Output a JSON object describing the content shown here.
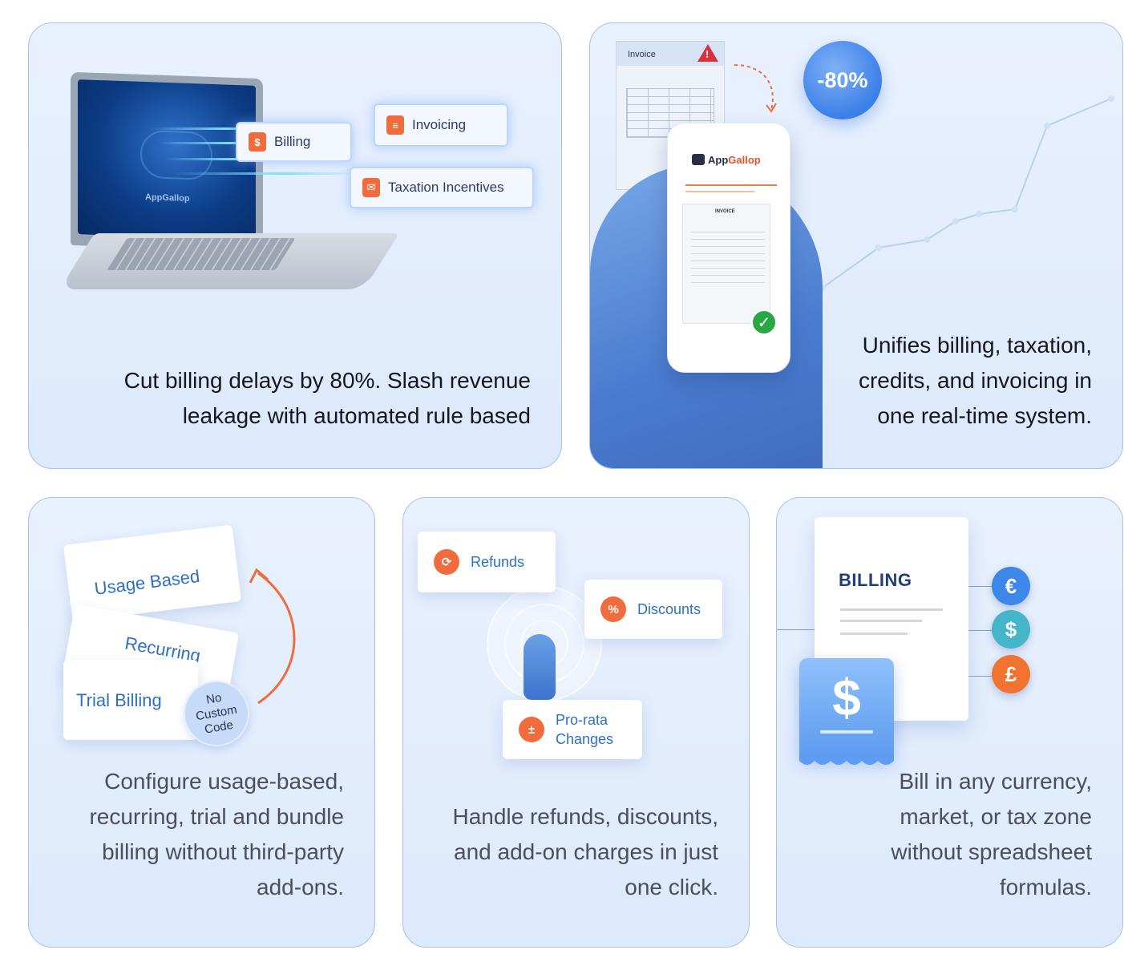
{
  "card_automation": {
    "chips": {
      "billing": "Billing",
      "invoicing": "Invoicing",
      "taxation": "Taxation Incentives"
    },
    "laptop_logo": "AppGallop",
    "caption_line1": "Cut billing delays by 80%. Slash revenue",
    "caption_line2": "leakage with automated rule based"
  },
  "card_unified": {
    "paper_title": "Invoice",
    "badge": "-80%",
    "phone_logo_app": "App",
    "phone_logo_gallop": "Gallop",
    "phone_doc_title": "INVOICE",
    "caption_line1": "Unifies billing, taxation,",
    "caption_line2": "credits, and invoicing in",
    "caption_line3": "one real-time system."
  },
  "card_models": {
    "tags": {
      "usage": "Usage Based",
      "recurring": "Recurring",
      "trial": "Trial Billing"
    },
    "nocode": [
      "No",
      "Custom",
      "Code"
    ],
    "caption_line1": "Configure usage-based,",
    "caption_line2": "recurring, trial and bundle",
    "caption_line3": "billing without third-party",
    "caption_line4": "add-ons."
  },
  "card_adjust": {
    "refunds": "Refunds",
    "discounts": "Discounts",
    "prorata_line1": "Pro-rata",
    "prorata_line2": "Changes",
    "caption_line1": "Handle refunds, discounts,",
    "caption_line2": "and add-on charges in just",
    "caption_line3": "one click."
  },
  "card_currency": {
    "doc_title": "BILLING",
    "coins": {
      "euro": "€",
      "dollar": "$",
      "pound": "£"
    },
    "ticket_symbol": "$",
    "coin_colors": {
      "euro": "#3d86ea",
      "dollar": "#45b5c9",
      "pound": "#f0742f"
    },
    "caption_line1": "Bill in any currency,",
    "caption_line2": "market, or tax zone",
    "caption_line3": "without spreadsheet",
    "caption_line4": "formulas."
  },
  "colors": {
    "accent_orange": "#f06c3c",
    "accent_blue": "#2f6fc4",
    "card_border": "#a8c1ea"
  }
}
